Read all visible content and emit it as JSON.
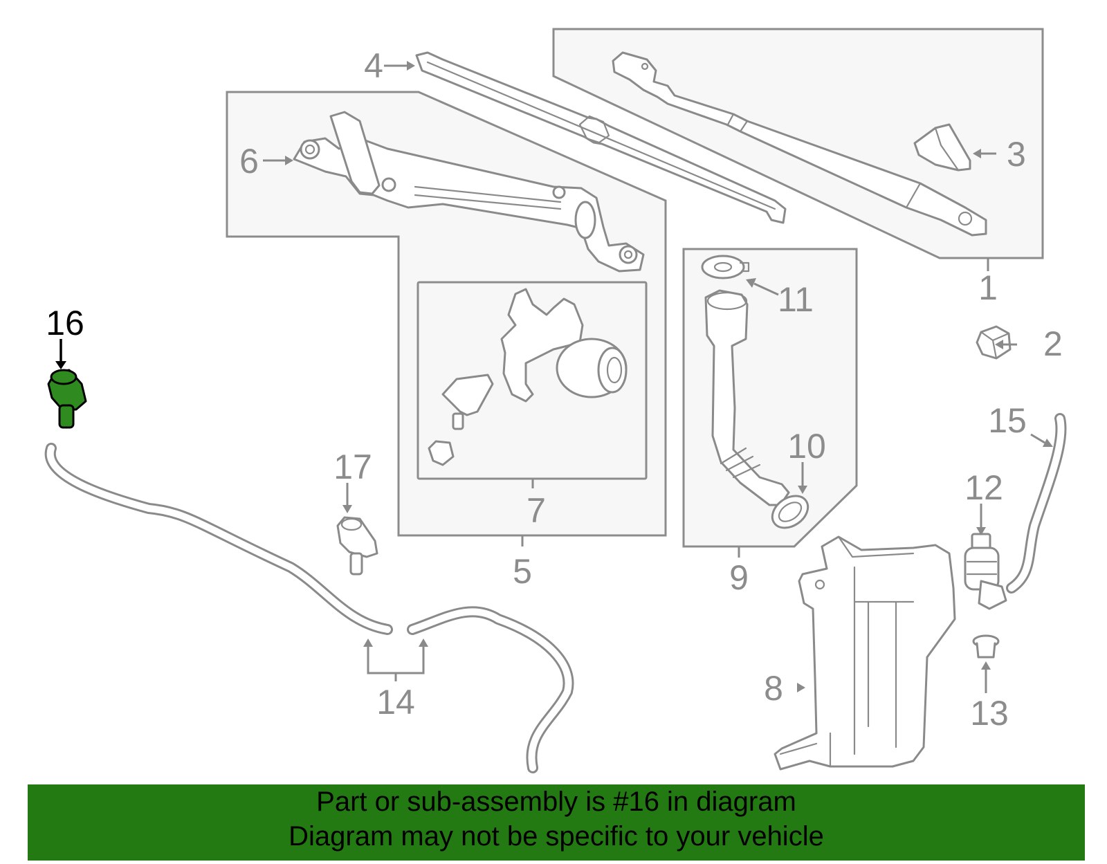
{
  "callouts": {
    "c1": "1",
    "c2": "2",
    "c3": "3",
    "c4": "4",
    "c5": "5",
    "c6": "6",
    "c7": "7",
    "c8": "8",
    "c9": "9",
    "c10": "10",
    "c11": "11",
    "c12": "12",
    "c13": "13",
    "c14": "14",
    "c15": "15",
    "c16": "16",
    "c17": "17"
  },
  "highlight": {
    "part": "16",
    "color": "#2f8a1f"
  },
  "banner": {
    "line1": "Part or sub-assembly is #16 in diagram",
    "line2": "Diagram may not be specific to your vehicle",
    "background": "#237a12"
  },
  "colors": {
    "line": "#8a8a8a",
    "box_fill": "#f7f7f7"
  }
}
